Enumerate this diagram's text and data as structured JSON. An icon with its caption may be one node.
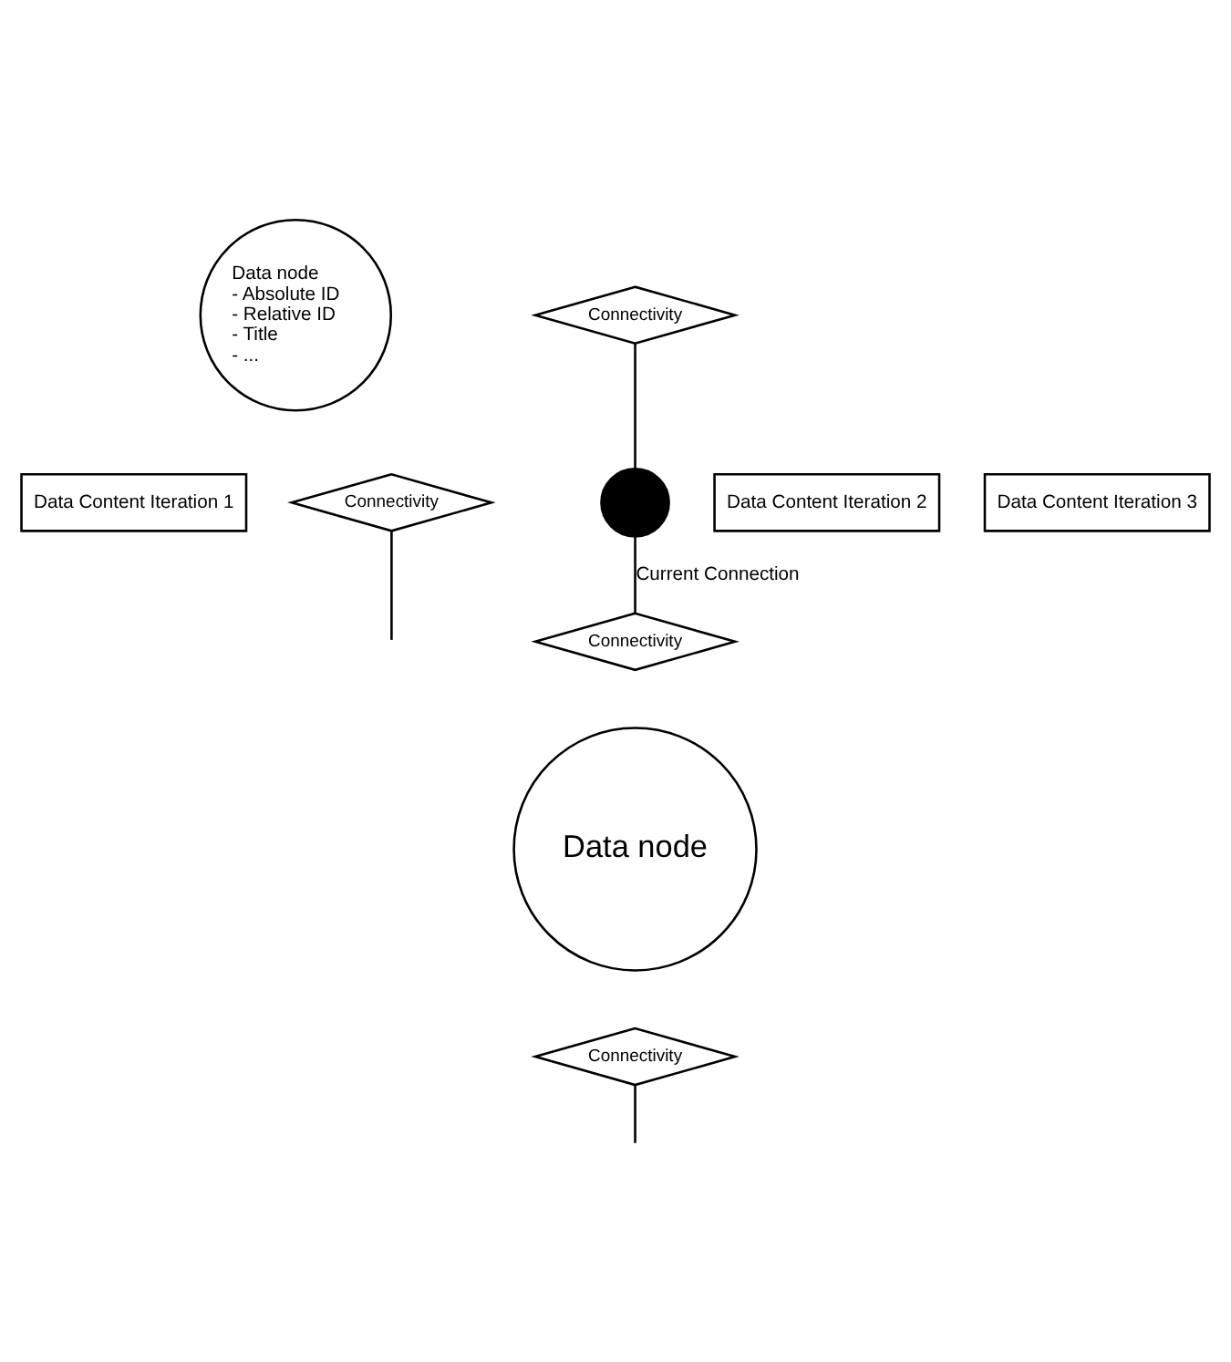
{
  "diagram": {
    "nodes": [
      {
        "text": [
          "Data node",
          "- Absolute ID",
          "- Relative ID",
          "- Title",
          "- ..."
        ]
      },
      {
        "text": [
          "Connectivity"
        ]
      },
      {
        "text": [
          "Data Content Iteration 1"
        ]
      },
      {
        "text": [
          "Data Content Iteration 2"
        ]
      },
      {
        "text": [
          "Data Content Iteration 3"
        ]
      },
      {
        "text": [
          "Connectivity"
        ]
      },
      {
        "text": [],
        "shape": "circle"
      },
      {
        "text": [
          "Connectivity"
        ]
      },
      {
        "text": [
          "Data node"
        ]
      },
      {
        "text": [
          "Connectivity"
        ]
      }
    ],
    "edges": [
      {
        "from": 1,
        "to": 6,
        "arrow": "none"
      },
      {
        "from": 6,
        "to": 7,
        "arrow": "none",
        "label": "Current Connection"
      },
      {
        "from": 5,
        "to": null,
        "arrow": "none"
      },
      {
        "from": 9,
        "to": null,
        "arrow": "none"
      }
    ]
  }
}
